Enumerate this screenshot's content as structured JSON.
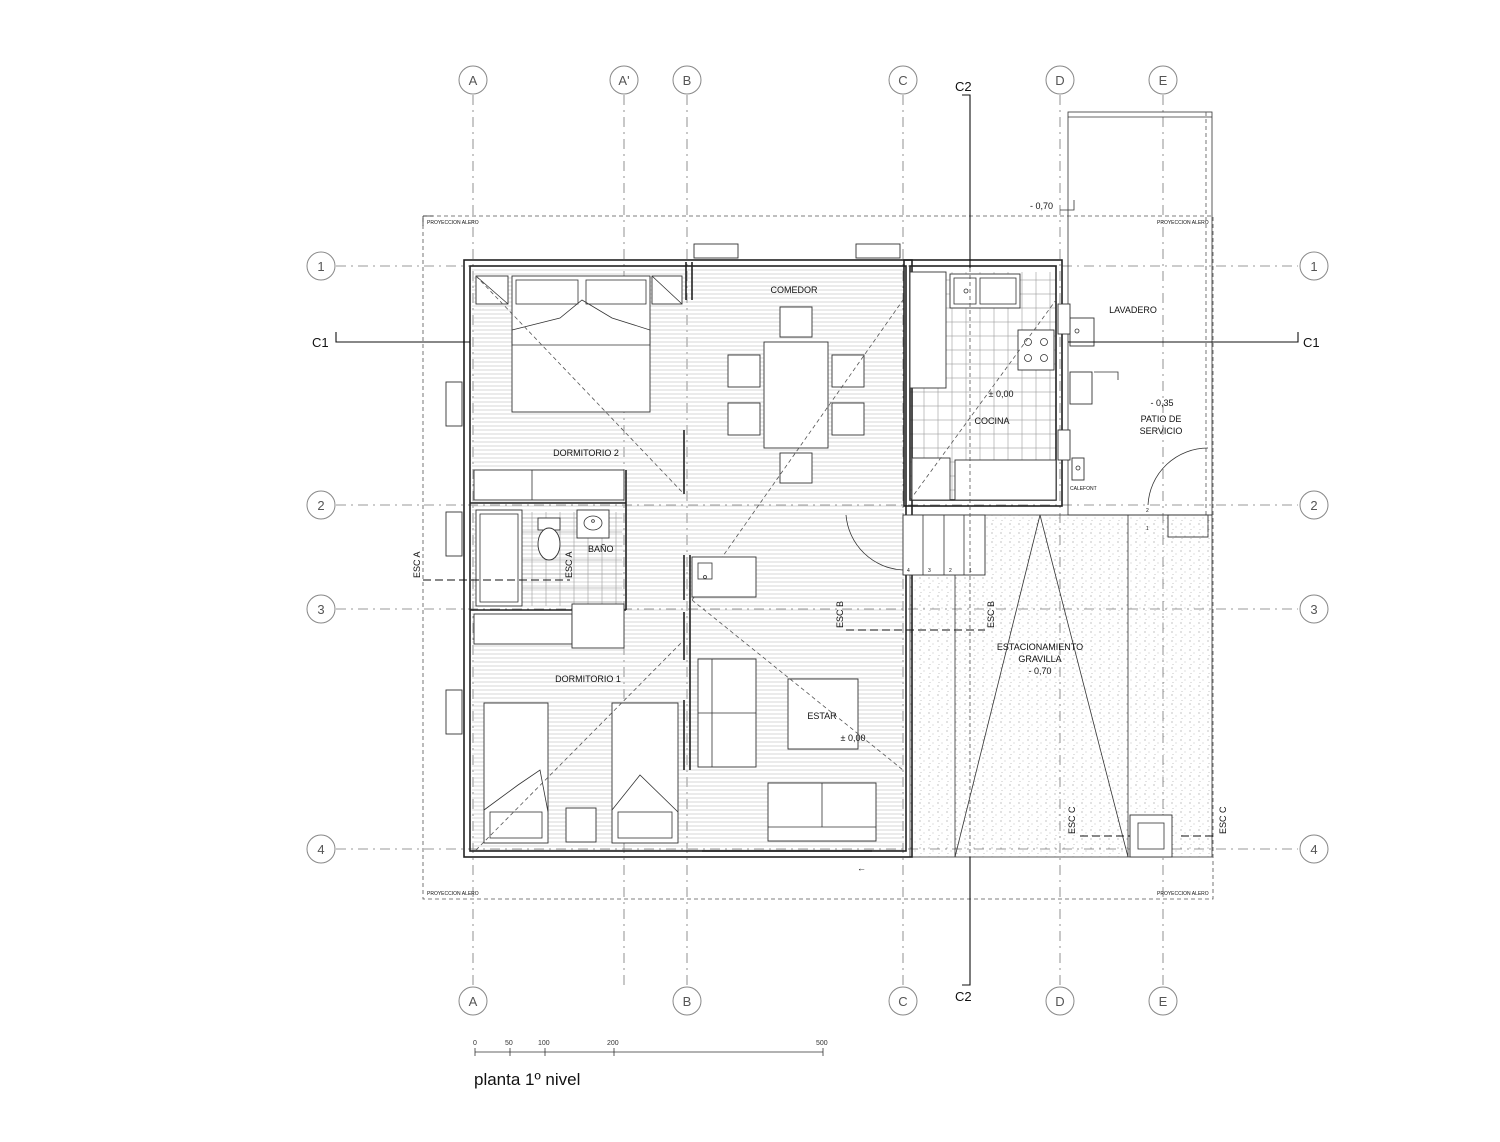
{
  "grid": {
    "columns": [
      "A",
      "A'",
      "B",
      "C",
      "D",
      "E"
    ],
    "rows": [
      "1",
      "2",
      "3",
      "4"
    ]
  },
  "sections": {
    "c1": "C1",
    "c2": "C2"
  },
  "rooms": {
    "comedor": "COMEDOR",
    "dormitorio2": "DORMITORIO 2",
    "dormitorio1": "DORMITORIO 1",
    "bano": "BAÑO",
    "cocina": "COCINA",
    "lavadero": "LAVADERO",
    "patio_line1": "PATIO DE",
    "patio_line2": "SERVICIO",
    "estar": "ESTAR",
    "estac_line1": "ESTACIONAMIENTO",
    "estac_line2": "GRAVILLA",
    "calefont": "CALEFONT"
  },
  "levels": {
    "cocina": "± 0,00",
    "estar": "± 0,00",
    "patio": "- 0,35",
    "estac": "- 0,70",
    "top": "- 0,70"
  },
  "stairs": {
    "esc_a": "ESC A",
    "esc_b": "ESC B",
    "esc_c": "ESC C",
    "steps": [
      "4",
      "3",
      "2",
      "1"
    ],
    "patio_steps": [
      "2",
      "1"
    ]
  },
  "projection": "PROYECCION ALERO",
  "scale": {
    "ticks": [
      "0",
      "50",
      "100",
      "200",
      "500"
    ]
  },
  "title": "planta 1º nivel"
}
